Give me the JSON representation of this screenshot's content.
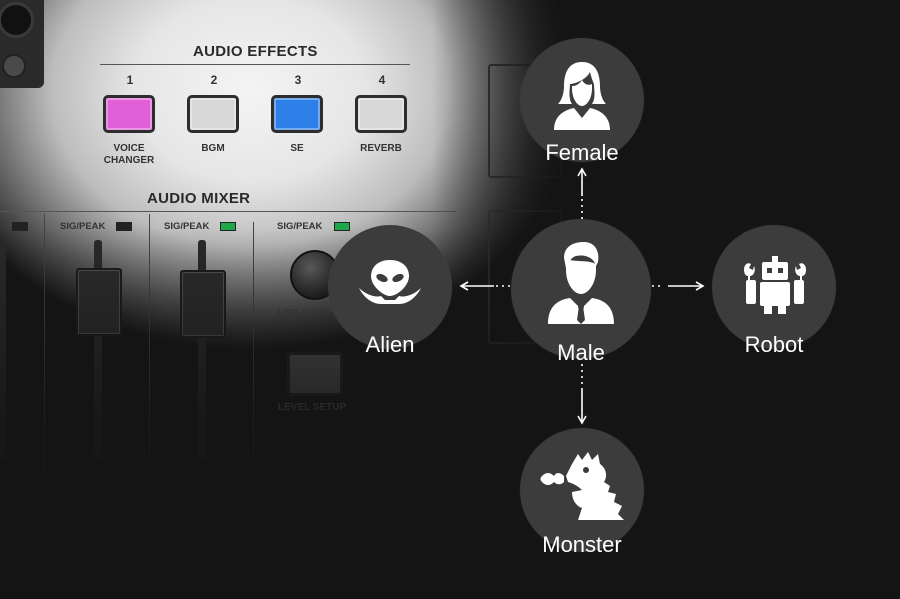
{
  "panel": {
    "audio_effects_title": "AUDIO EFFECTS",
    "audio_mixer_title": "AUDIO MIXER",
    "effects": [
      {
        "num": "1",
        "label_line1": "VOICE",
        "label_line2": "CHANGER",
        "color": "#e060d8"
      },
      {
        "num": "2",
        "label_line1": "BGM",
        "label_line2": "",
        "color": "#d8d8d8"
      },
      {
        "num": "3",
        "label_line1": "SE",
        "label_line2": "",
        "color": "#2f7fe8"
      },
      {
        "num": "4",
        "label_line1": "REVERB",
        "label_line2": "",
        "color": "#d8d8d8"
      }
    ],
    "sig_peak_label": "SIG/PEAK",
    "usb_stream_label": "USB STRE",
    "level_setup_label": "LEVEL SETUP",
    "led_green": "#1fa84a"
  },
  "diagram": {
    "center": {
      "label": "Male",
      "icon": "male-person-icon"
    },
    "nodes": {
      "female": {
        "label": "Female",
        "icon": "female-person-icon"
      },
      "alien": {
        "label": "Alien",
        "icon": "alien-icon"
      },
      "robot": {
        "label": "Robot",
        "icon": "robot-icon"
      },
      "monster": {
        "label": "Monster",
        "icon": "monster-icon"
      }
    },
    "node_color": "#3c3c3c",
    "text_color": "#ffffff"
  }
}
